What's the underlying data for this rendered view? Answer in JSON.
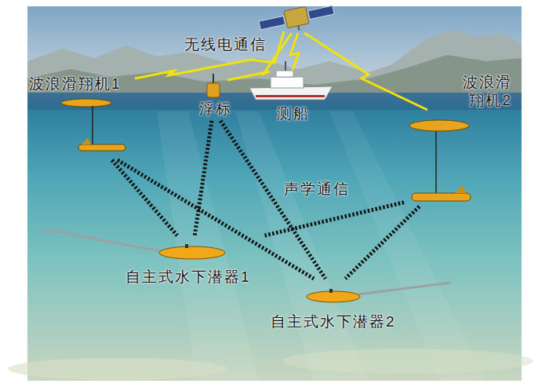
{
  "diagram": {
    "nodes": [
      {
        "text": [
          "波浪滑翔机1"
        ]
      },
      {
        "text": [
          "浮标"
        ]
      },
      {
        "text": [
          "测船"
        ]
      },
      {
        "text": [
          "波浪滑翔机2"
        ]
      },
      {
        "text": [
          "自主式水下潜器1"
        ]
      },
      {
        "text": [
          "自主式水下潜器2"
        ]
      }
    ],
    "edges": [
      {
        "from": 0,
        "to": 4,
        "arrow": "none"
      },
      {
        "from": 0,
        "to": 5,
        "arrow": "none"
      },
      {
        "from": 1,
        "to": 4,
        "arrow": "none"
      },
      {
        "from": 1,
        "to": 5,
        "arrow": "none"
      },
      {
        "from": 3,
        "to": 4,
        "arrow": "none"
      },
      {
        "from": 3,
        "to": 5,
        "arrow": "none"
      }
    ],
    "labels": [
      "无线电通信",
      "声学通信"
    ]
  }
}
